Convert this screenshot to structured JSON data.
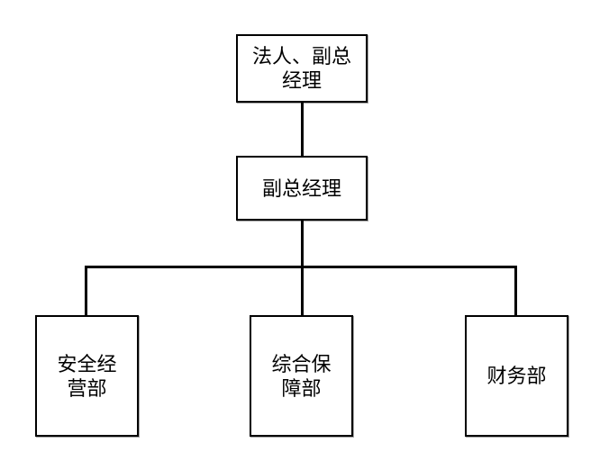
{
  "colors": {
    "background": "#ffffff",
    "box_border": "#000000",
    "connector_line": "#000000",
    "text": "#000000"
  },
  "org_chart": {
    "type": "organizational-chart",
    "root": {
      "label": "法人、副总\n经理"
    },
    "manager": {
      "label": "副总经理"
    },
    "departments": [
      {
        "label": "安全经\n营部"
      },
      {
        "label": "综合保\n障部"
      },
      {
        "label": "财务部"
      }
    ],
    "edges": [
      {
        "from": "root",
        "to": "manager"
      },
      {
        "from": "manager",
        "to": "dept-safety-operations"
      },
      {
        "from": "manager",
        "to": "dept-comprehensive-support"
      },
      {
        "from": "manager",
        "to": "dept-finance"
      }
    ]
  }
}
